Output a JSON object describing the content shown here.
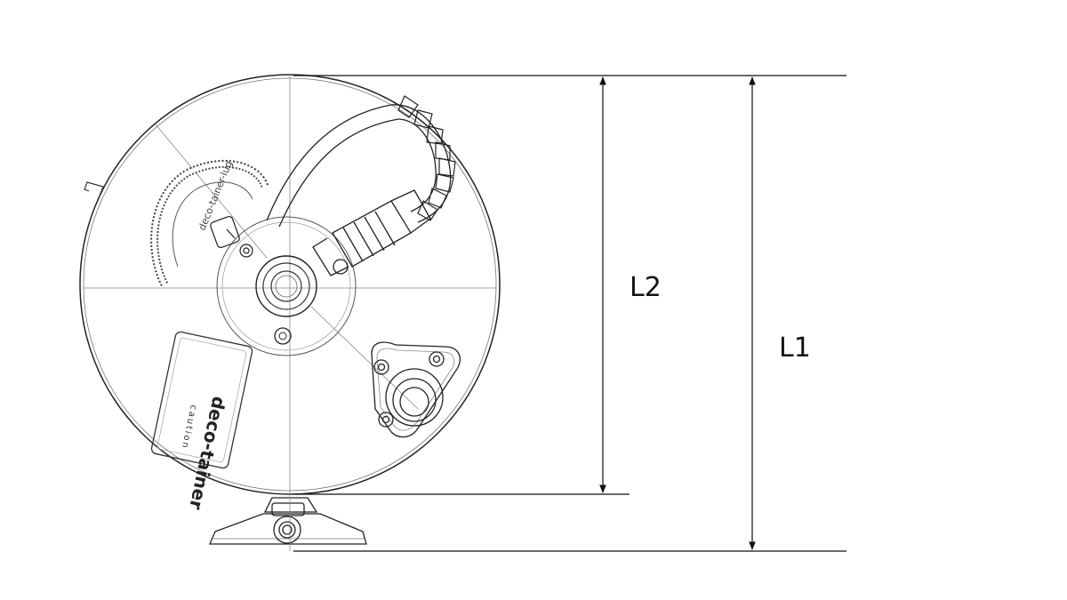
{
  "dimensions": [
    {
      "label": "L2"
    },
    {
      "label": "L1"
    }
  ],
  "reel": {
    "brand": "deco-tainer",
    "caution": "caution",
    "hose_text": "deco-tainer-lug"
  },
  "colors": {
    "line": "#111111",
    "detail": "#555555",
    "light": "#9a9a9a",
    "background": "#ffffff"
  }
}
